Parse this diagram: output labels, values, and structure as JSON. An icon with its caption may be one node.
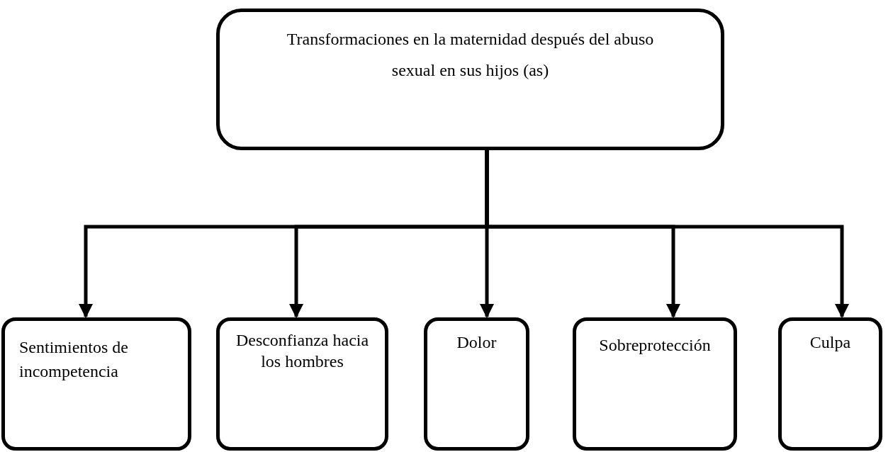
{
  "diagram": {
    "nodes": [
      {
        "text": [
          "Transformaciones en la maternidad después del abuso sexual en sus hijos (as)"
        ]
      },
      {
        "text": [
          "Sentimientos de incompetencia"
        ]
      },
      {
        "text": [
          "Desconfianza hacia los hombres"
        ]
      },
      {
        "text": [
          "Dolor"
        ]
      },
      {
        "text": [
          "Sobreprotección"
        ]
      },
      {
        "text": [
          "Culpa"
        ]
      }
    ],
    "edges": [
      {
        "from": 0,
        "to": 1,
        "arrow": "to"
      },
      {
        "from": 0,
        "to": 2,
        "arrow": "to"
      },
      {
        "from": 0,
        "to": 3,
        "arrow": "to"
      },
      {
        "from": 0,
        "to": 4,
        "arrow": "to"
      },
      {
        "from": 0,
        "to": 5,
        "arrow": "to"
      }
    ]
  }
}
